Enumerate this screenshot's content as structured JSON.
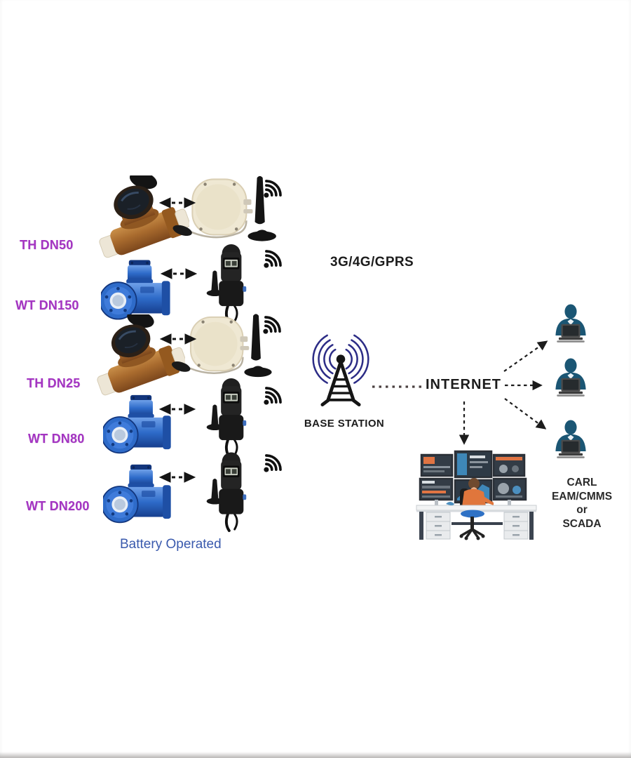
{
  "meter_rows": [
    {
      "label": "TH DN50",
      "meter_kind": "brass-multijet-meter",
      "transmitter_kind": "beige-rf-transmitter"
    },
    {
      "label": "WT DN150",
      "meter_kind": "blue-woltman-meter",
      "transmitter_kind": "black-rf-transmitter"
    },
    {
      "label": "TH DN25",
      "meter_kind": "brass-multijet-meter",
      "transmitter_kind": "beige-rf-transmitter"
    },
    {
      "label": "WT DN80",
      "meter_kind": "blue-woltman-meter",
      "transmitter_kind": "black-rf-transmitter"
    },
    {
      "label": "WT DN200",
      "meter_kind": "blue-woltman-meter",
      "transmitter_kind": "black-rf-transmitter"
    }
  ],
  "battery_note": "Battery Operated",
  "network_label": "3G/4G/GPRS",
  "base_station_label": "BASE STATION",
  "internet_label": "INTERNET",
  "destination": {
    "line1": "CARL",
    "line2": "EAM/CMMS",
    "line3": "or",
    "line4": "SCADA"
  },
  "icons": [
    "wifi-signal-icon",
    "base-station-tower-icon",
    "laptop-user-icon",
    "control-room-operator-illustration",
    "double-dashed-arrow",
    "dashed-arrow"
  ],
  "colors": {
    "meter_label": "#A435C2",
    "battery_note": "#3A5AAD",
    "dark_text": "#1C1C1C",
    "base_station_waves": "#2C2C86",
    "laptop_user": "#1B5674",
    "meter_blue": "#2E6BC9",
    "meter_brass": "#A96B2E",
    "transmitter_beige": "#EFE8D3",
    "operator_shirt": "#E0763C",
    "chair_blue": "#2E71C5"
  }
}
